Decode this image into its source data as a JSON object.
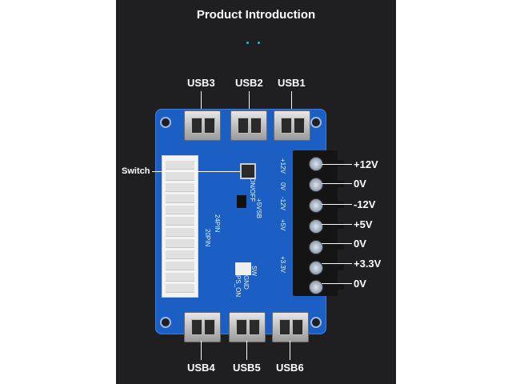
{
  "title": "Product Introduction",
  "usb_top": [
    "USB3",
    "USB2",
    "USB1"
  ],
  "usb_bottom": [
    "USB4",
    "USB5",
    "USB6"
  ],
  "switch_label": "Switch",
  "outputs": [
    "+12V",
    "0V",
    "-12V",
    "+5V",
    "0V",
    "+3.3V",
    "0V"
  ],
  "silkscreen": {
    "on_off": "ON/OFF",
    "usb5v": "+5VSB",
    "pin24": "24PIN",
    "pin20": "20PIN",
    "sw": "SW",
    "gnd": "GND",
    "ps_on": "PS_ON",
    "v12": "+12V",
    "v0": "0V",
    "vneg12": "-12V",
    "v5": "+5V",
    "v33": "+3.3V"
  },
  "colors": {
    "panel": "#1f1f21",
    "board": "#1c5fc4",
    "accent": "#3bb3c9"
  }
}
